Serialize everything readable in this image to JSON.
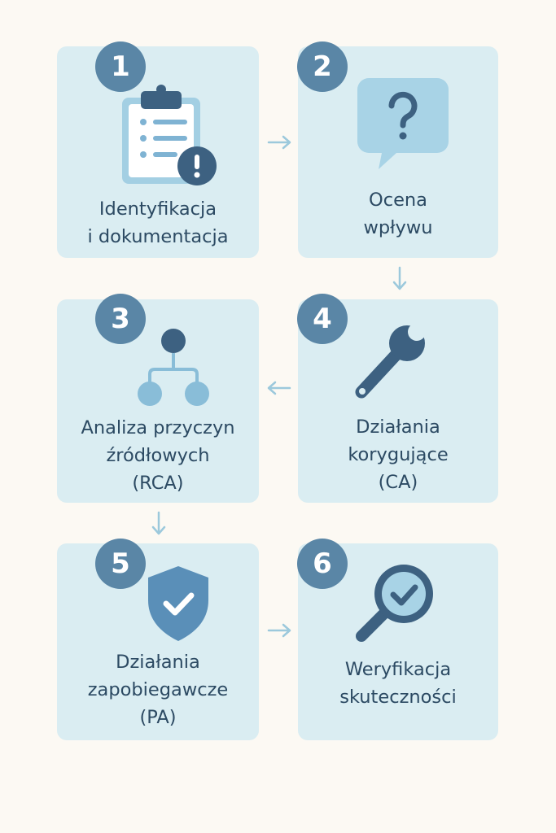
{
  "colors": {
    "background": "#fcf9f3",
    "card": "#daedf2",
    "badge": "#5a86a6",
    "icon_dark": "#3d6181",
    "icon_light": "#89bdd8",
    "text": "#2c4a63",
    "arrow": "#9cc9dc"
  },
  "steps": [
    {
      "number": "1",
      "icon": "clipboard-warning-icon",
      "label_lines": [
        "Identyfikacja",
        "i dokumentacja"
      ]
    },
    {
      "number": "2",
      "icon": "question-bubble-icon",
      "label_lines": [
        "Ocena",
        "wpływu"
      ]
    },
    {
      "number": "3",
      "icon": "tree-structure-icon",
      "label_lines": [
        "Analiza przyczyn",
        "źródłowych",
        "(RCA)"
      ]
    },
    {
      "number": "4",
      "icon": "wrench-icon",
      "label_lines": [
        "Działania",
        "korygujące",
        "(CA)"
      ]
    },
    {
      "number": "5",
      "icon": "shield-check-icon",
      "label_lines": [
        "Działania",
        "zapobiegawcze",
        "(PA)"
      ]
    },
    {
      "number": "6",
      "icon": "magnifier-check-icon",
      "label_lines": [
        "Weryfikacja",
        "skuteczności"
      ]
    }
  ],
  "arrows": [
    {
      "from": "1",
      "to": "2",
      "direction": "right"
    },
    {
      "from": "2",
      "to": "4",
      "direction": "down"
    },
    {
      "from": "4",
      "to": "3",
      "direction": "left"
    },
    {
      "from": "3",
      "to": "5",
      "direction": "down"
    },
    {
      "from": "5",
      "to": "6",
      "direction": "right"
    }
  ]
}
